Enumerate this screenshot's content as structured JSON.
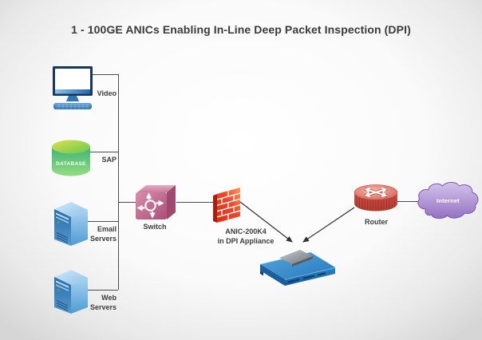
{
  "title": "1 - 100GE ANICs Enabling In-Line Deep Packet Inspection (DPI)",
  "diagram": {
    "endpoints": [
      {
        "id": "video",
        "label": "Video",
        "icon": "monitor-icon"
      },
      {
        "id": "sap",
        "label": "SAP",
        "icon": "database-icon",
        "device_text": "DATABASE"
      },
      {
        "id": "email-servers",
        "label": "Email Servers",
        "icon": "server-tower-icon"
      },
      {
        "id": "web-servers",
        "label": "Web Servers",
        "icon": "server-tower-icon"
      }
    ],
    "switch": {
      "label": "Switch",
      "icon": "switch-icon"
    },
    "firewall": {
      "caption_line1": "ANIC-200K4",
      "caption_line2": "in DPI Appliance",
      "icon": "firewall-icon"
    },
    "appliance": {
      "icon": "dpi-appliance-icon"
    },
    "router": {
      "label": "Router",
      "icon": "router-icon"
    },
    "internet": {
      "label": "Internet",
      "icon": "internet-cloud-icon"
    }
  },
  "colors": {
    "background_edge": "#d6d6d6",
    "connector_line": "#4d4d4d",
    "arrow": "#2d2d2d",
    "title_text": "#3a3a3a",
    "label_text": "#3c3c3c",
    "monitor_blue": "#2e75b6",
    "database_green": "#4fbe7c",
    "database_top_yellow": "#cddb44",
    "server_blue": "#5da7dd",
    "switch_pink": "#c06288",
    "firewall_red": "#ea3b25",
    "router_red": "#cc4b42",
    "internet_purple": "#a182cc",
    "appliance_blue": "#2f86c8",
    "anic_card_gray": "#8a9097"
  }
}
